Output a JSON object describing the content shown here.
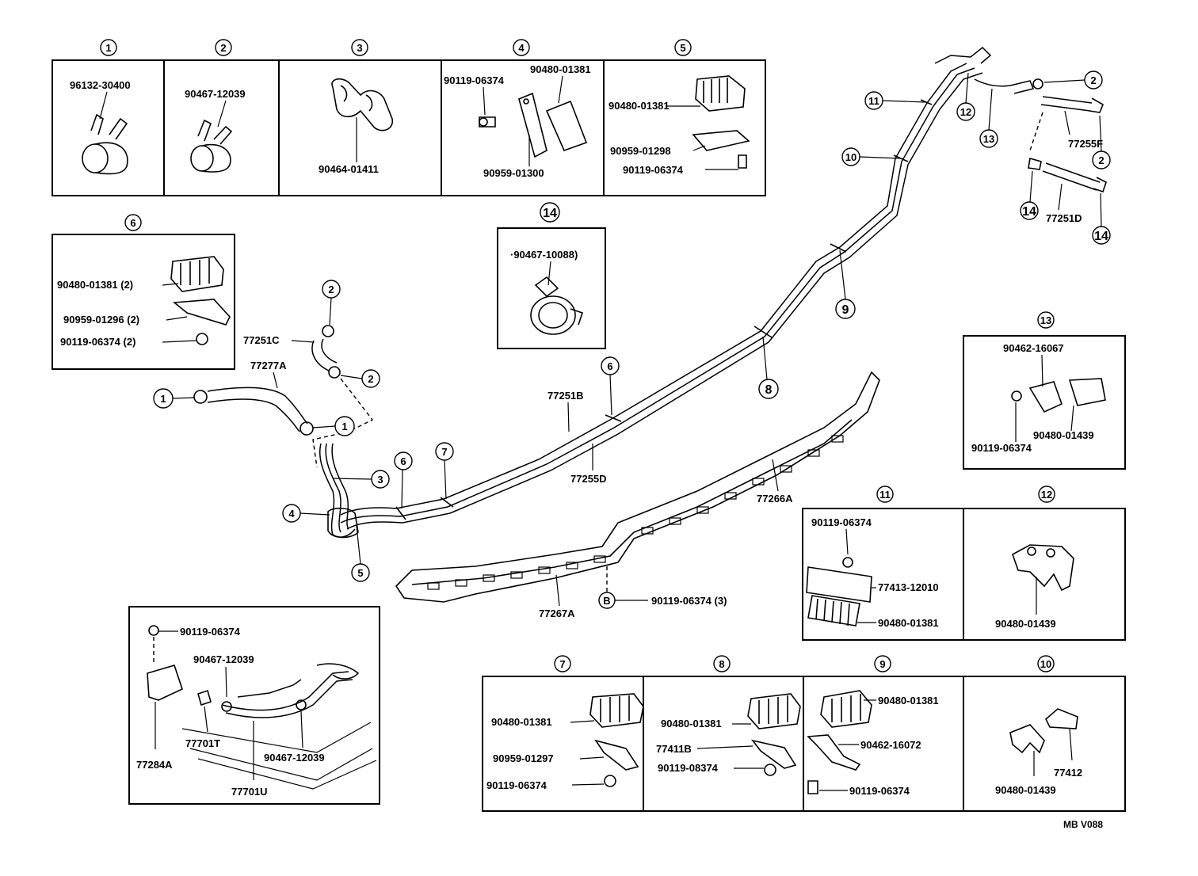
{
  "callout_numbers": [
    "1",
    "2",
    "3",
    "4",
    "5",
    "6",
    "7",
    "8",
    "9",
    "10",
    "11",
    "12",
    "13",
    "14"
  ],
  "letter_callout": "B",
  "boxes": {
    "b1": {
      "num": "1",
      "parts": [
        "96132-30400"
      ]
    },
    "b2": {
      "num": "2",
      "parts": [
        "90467-12039"
      ]
    },
    "b3": {
      "num": "3",
      "parts": [
        "90464-01411"
      ]
    },
    "b4": {
      "num": "4",
      "parts": [
        "90480-01381",
        "90119-06374",
        "90959-01300"
      ]
    },
    "b5": {
      "num": "5",
      "parts": [
        "90480-01381",
        "90959-01298",
        "90119-06374"
      ]
    },
    "b6": {
      "num": "6",
      "parts": [
        "90480-01381 (2)",
        "90959-01296 (2)",
        "90119-06374 (2)"
      ]
    },
    "b14": {
      "num": "14",
      "parts": [
        "·90467-10088)"
      ]
    },
    "b13": {
      "num": "13",
      "parts": [
        "90462-16067",
        "90119-06374",
        "90480-01439"
      ]
    },
    "b11": {
      "num": "11",
      "parts": [
        "90119-06374",
        "77413-12010",
        "90480-01381"
      ]
    },
    "b12": {
      "num": "12",
      "parts": [
        "90480-01439"
      ]
    },
    "b7": {
      "num": "7",
      "parts": [
        "90480-01381",
        "90959-01297",
        "90119-06374"
      ]
    },
    "b8": {
      "num": "8",
      "parts": [
        "90480-01381",
        "77411B",
        "90119-08374"
      ]
    },
    "b9": {
      "num": "9",
      "parts": [
        "90480-01381",
        "90462-16072",
        "90119-06374"
      ]
    },
    "b10": {
      "num": "10",
      "parts": [
        "90480-01439",
        "77412"
      ]
    },
    "inset": {
      "parts": [
        "90119-06374",
        "90467-12039",
        "77701T",
        "77284A",
        "90467-12039",
        "77701U"
      ]
    }
  },
  "main_parts": {
    "hose_c": "77251C",
    "hose_a": "77277A",
    "tube_b": "77251B",
    "tube_d": "77255D",
    "protector_a": "77266A",
    "protector_b": "77267A",
    "bolt_b": "90119-06374 (3)",
    "hose_f": "77255F",
    "hose_d": "77251D"
  },
  "figure_code": "MB  V088"
}
